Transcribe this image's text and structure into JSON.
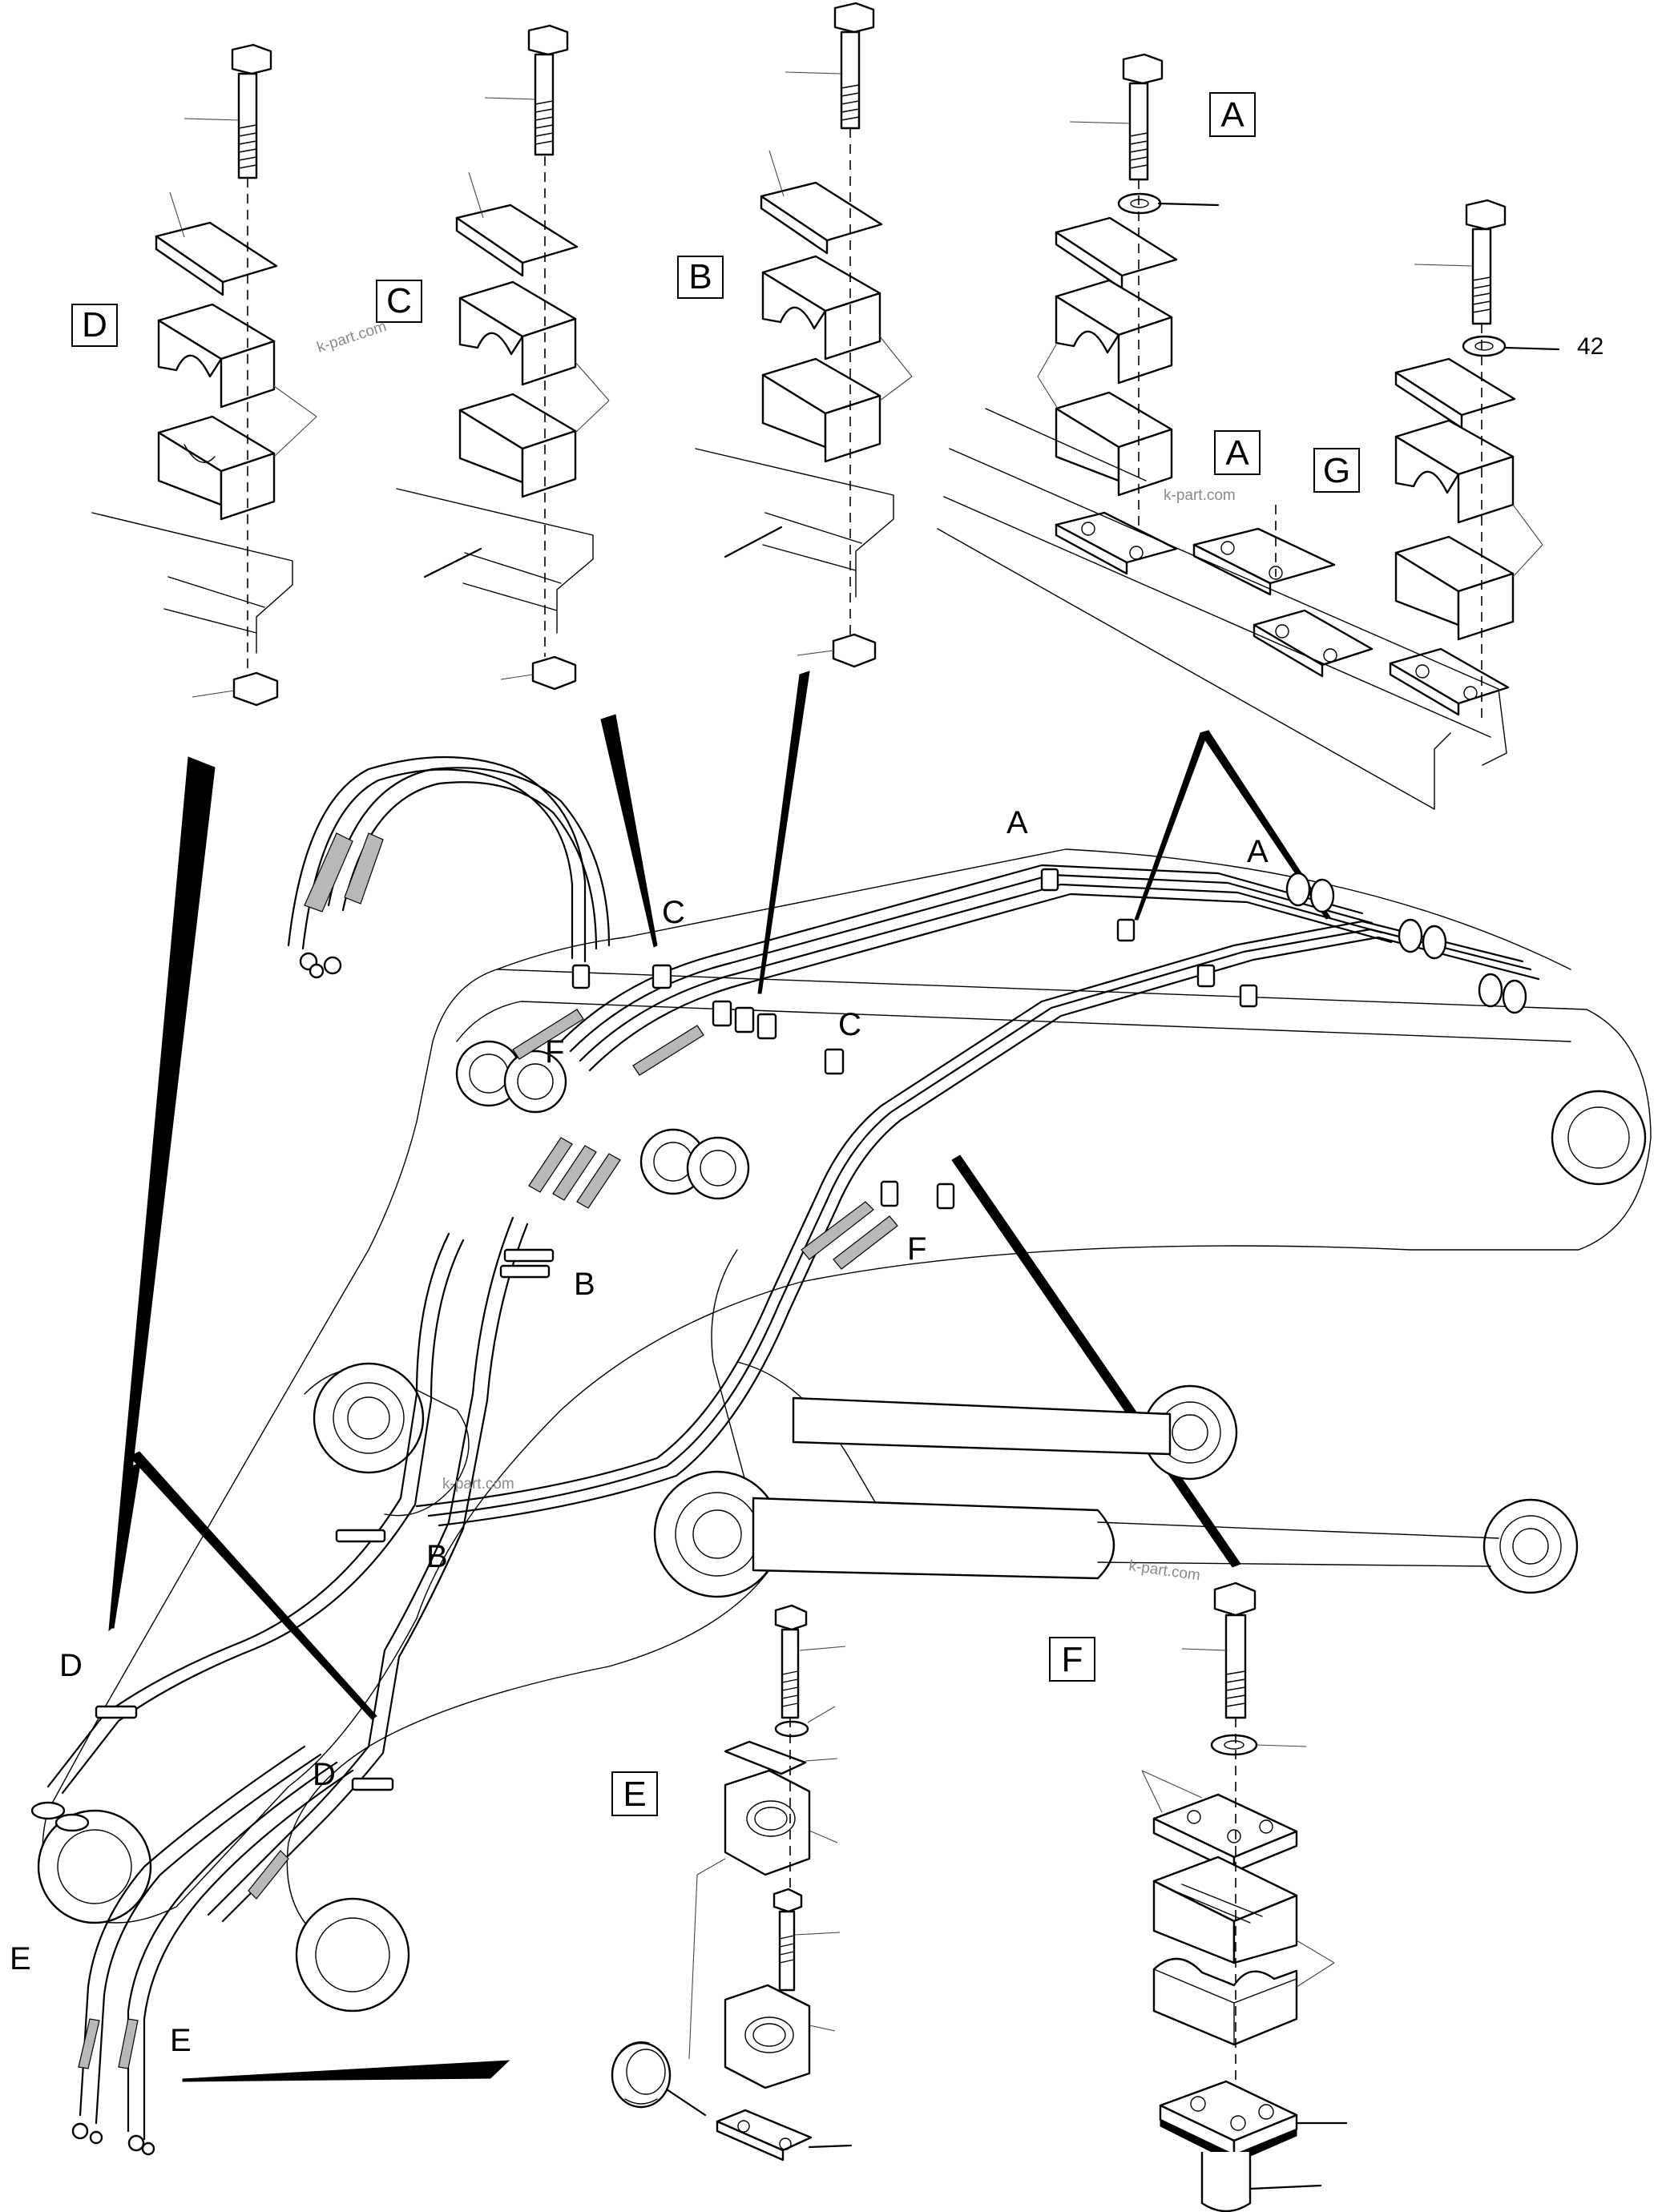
{
  "detail_boxes": {
    "D": "D",
    "C": "C",
    "B": "B",
    "A_top": "A",
    "A_mid": "A",
    "G": "G",
    "E": "E",
    "F": "F"
  },
  "callouts": {
    "a1": "A",
    "a2": "A",
    "c1": "C",
    "c2": "C",
    "f1": "F",
    "f2": "F",
    "b1": "B",
    "b2": "B",
    "d1": "D",
    "d2": "D",
    "e1": "E",
    "e2": "E"
  },
  "partial_number": "42",
  "watermarks": {
    "w1": "k-part.com",
    "w2": "k-part.com",
    "w3": "k-part.com",
    "w4": "k-part.com"
  }
}
